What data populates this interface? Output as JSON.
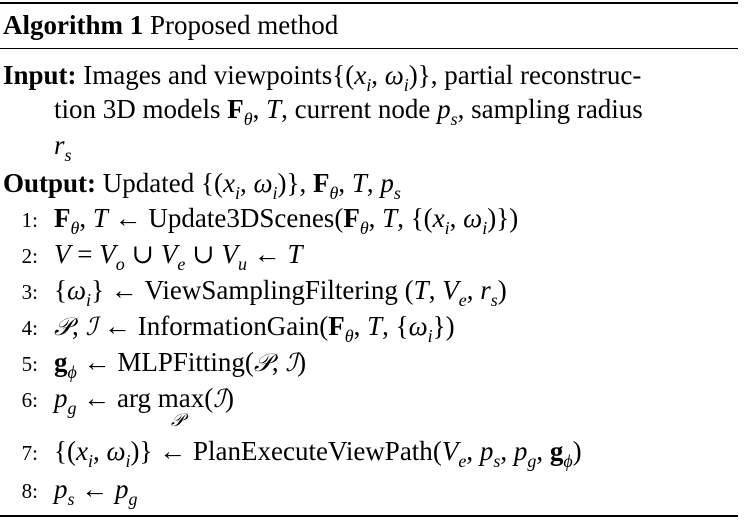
{
  "caption": {
    "label": "Algorithm 1",
    "title": "Proposed method"
  },
  "input": {
    "keyword": "Input:",
    "line1_text": "Images and viewpoints",
    "line1_set": "{(x_i, ω_i)}",
    "line1_tail": ", partial reconstruc-",
    "line2_text": "tion 3D models",
    "line2_tail": "current node",
    "line2_tail2": "sampling radius",
    "line3": "r_s"
  },
  "output": {
    "keyword": "Output:",
    "text": "Updated"
  },
  "steps": [
    {
      "num": "1:",
      "func": "Update3DScenes"
    },
    {
      "num": "2:"
    },
    {
      "num": "3:",
      "func": "ViewSamplingFiltering"
    },
    {
      "num": "4:",
      "func": "InformationGain"
    },
    {
      "num": "5:",
      "func": "MLPFitting"
    },
    {
      "num": "6:",
      "func": "arg max"
    },
    {
      "num": "7:",
      "func": "PlanExecuteViewPath"
    },
    {
      "num": "8:"
    }
  ]
}
